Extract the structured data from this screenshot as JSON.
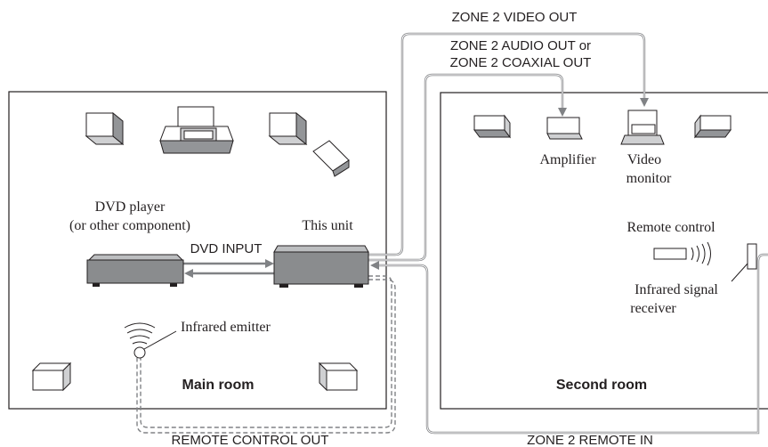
{
  "labels": {
    "zone2_video_out": "ZONE 2 VIDEO OUT",
    "zone2_audio_out_line1": "ZONE 2 AUDIO OUT or",
    "zone2_audio_out_line2": "ZONE 2 COAXIAL OUT",
    "dvd_player_line1": "DVD player",
    "dvd_player_line2": "(or other component)",
    "this_unit": "This unit",
    "dvd_input": "DVD INPUT",
    "infrared_emitter": "Infrared emitter",
    "main_room": "Main room",
    "remote_control_out": "REMOTE CONTROL OUT",
    "amplifier": "Amplifier",
    "video_monitor_line1": "Video",
    "video_monitor_line2": "monitor",
    "remote_control": "Remote control",
    "infrared_receiver_line1": "Infrared signal",
    "infrared_receiver_line2": "receiver",
    "second_room": "Second room",
    "zone2_remote_in": "ZONE 2 REMOTE IN"
  },
  "colors": {
    "line": "#231f20",
    "cable": "#808285",
    "device_top": "#bcbec0",
    "device_front": "#8a8c8e"
  }
}
